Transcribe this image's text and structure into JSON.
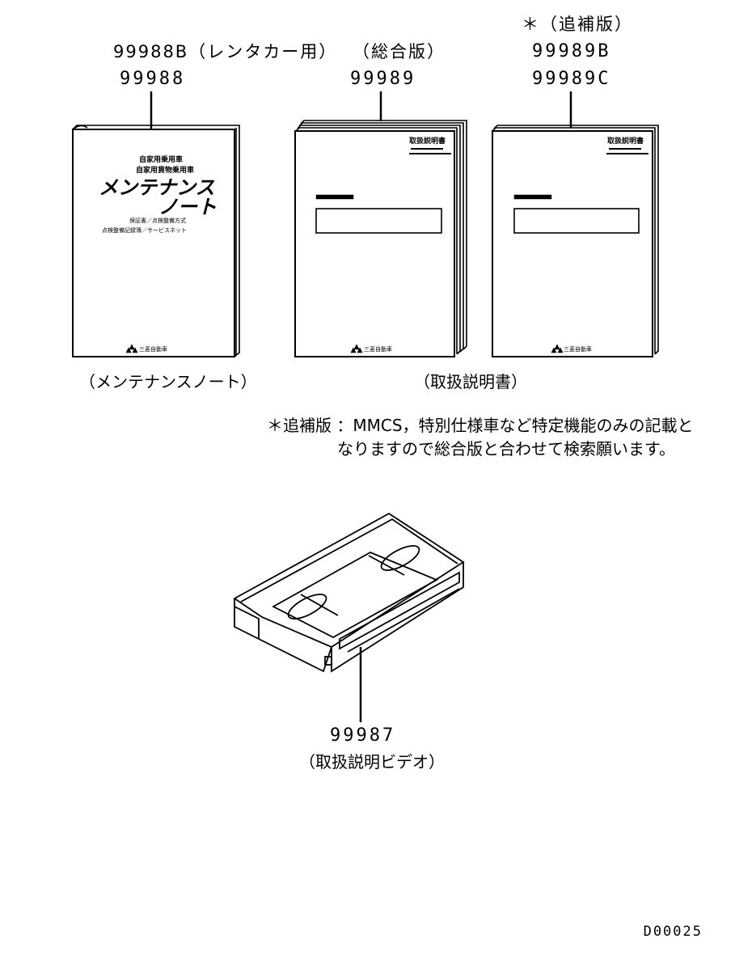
{
  "maintenance_note": {
    "part_number_rental": "99988B（レンタカー用）",
    "part_number": "99988",
    "caption": "（メンテナンスノート）",
    "cover": {
      "line1": "自家用乗用車",
      "line2": "自家用貨物乗用車",
      "title_line1": "メンテナンス",
      "title_line2": "ノート",
      "sub1": "保証書／点検整備方式",
      "sub2": "点検整備記録簿／サービスネット",
      "maker": "三菱自動車"
    }
  },
  "owners_manual_general": {
    "edition": "（総合版）",
    "part_number": "99989",
    "cover": {
      "title": "取扱説明書",
      "maker": "三菱自動車"
    }
  },
  "owners_manual_supplement": {
    "edition": "＊（追補版）",
    "part_number_b": "99989B",
    "part_number_c": "99989C",
    "cover": {
      "title": "取扱説明書",
      "maker": "三菱自動車"
    }
  },
  "manual_caption": "（取扱説明書）",
  "note": {
    "line1": "＊追補版 ：MMCS，特別仕様車など特定機能のみの記載と",
    "line2": "なりますので総合版と合わせて検索願います。"
  },
  "video": {
    "part_number": "99987",
    "caption": "（取扱説明ビデオ）"
  },
  "drawing_id": "D00025"
}
